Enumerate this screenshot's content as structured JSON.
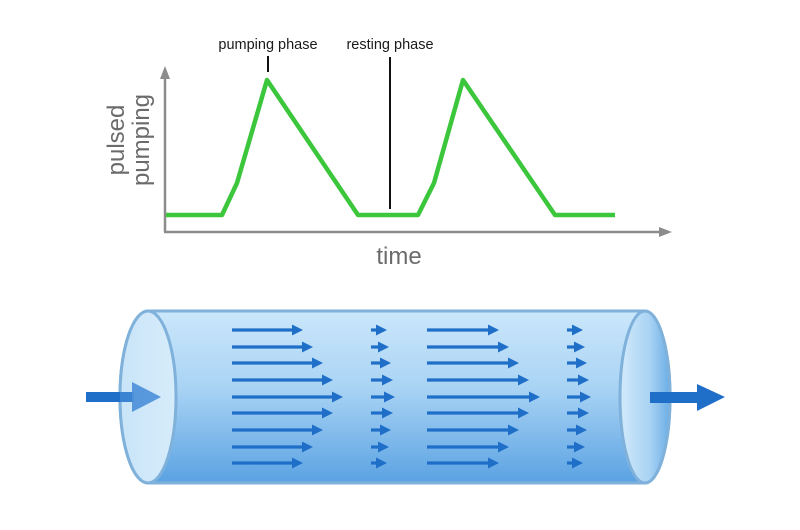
{
  "chart_data": {
    "type": "line",
    "title": "",
    "xlabel": "time",
    "ylabel": "pulsed pumping",
    "ylabel_lines": [
      "pulsed",
      "pumping"
    ],
    "grid": false,
    "legend": null,
    "series": [
      {
        "name": "pulsed pumping",
        "color": "#3cc63c",
        "x": [
          0,
          1.2,
          2.0,
          3.8,
          5.0,
          6.2,
          7.0,
          8.8,
          10.0
        ],
        "y": [
          0,
          0,
          1,
          0,
          0,
          0,
          1,
          0,
          0
        ]
      }
    ],
    "annotations": [
      {
        "text": "pumping phase",
        "x": 2.0,
        "target": "peak of first pulse"
      },
      {
        "text": "resting phase",
        "x": 4.5,
        "target": "baseline between pulses"
      }
    ]
  },
  "plot": {
    "annotation_pumping": "pumping phase",
    "annotation_resting": "resting phase",
    "ylabel_line1": "pulsed",
    "ylabel_line2": "pumping",
    "xlabel": "time",
    "colors": {
      "line": "#3cc63c",
      "axis": "#8c8c8c",
      "annotation_line": "#111111"
    }
  },
  "tube": {
    "description": "Cylinder with flow arrows showing alternating fast parabolic flow and slow flow",
    "inlet_arrow": "flow-in",
    "outlet_arrow": "flow-out",
    "colors": {
      "tube_light": "#c4e3fa",
      "tube_dark": "#5aa2e3",
      "tube_outline": "#7fb1db",
      "cap_fill": "#cde6f8",
      "arrow": "#1f6fc9"
    },
    "arrow_rows_y": [
      330,
      347,
      363,
      380,
      397,
      413,
      430,
      447,
      463
    ],
    "groups": [
      {
        "kind": "fast-parabolic",
        "start_x": 232,
        "tips_x": [
          303,
          313,
          323,
          333,
          343,
          333,
          323,
          313,
          303
        ]
      },
      {
        "kind": "slow",
        "start_x": 371,
        "tips_x": [
          387,
          389,
          391,
          393,
          395,
          393,
          391,
          389,
          387
        ]
      },
      {
        "kind": "fast-parabolic",
        "start_x": 427,
        "tips_x": [
          499,
          509,
          519,
          529,
          540,
          529,
          519,
          509,
          499
        ]
      },
      {
        "kind": "slow",
        "start_x": 567,
        "tips_x": [
          583,
          585,
          587,
          589,
          591,
          589,
          587,
          585,
          583
        ]
      }
    ]
  }
}
